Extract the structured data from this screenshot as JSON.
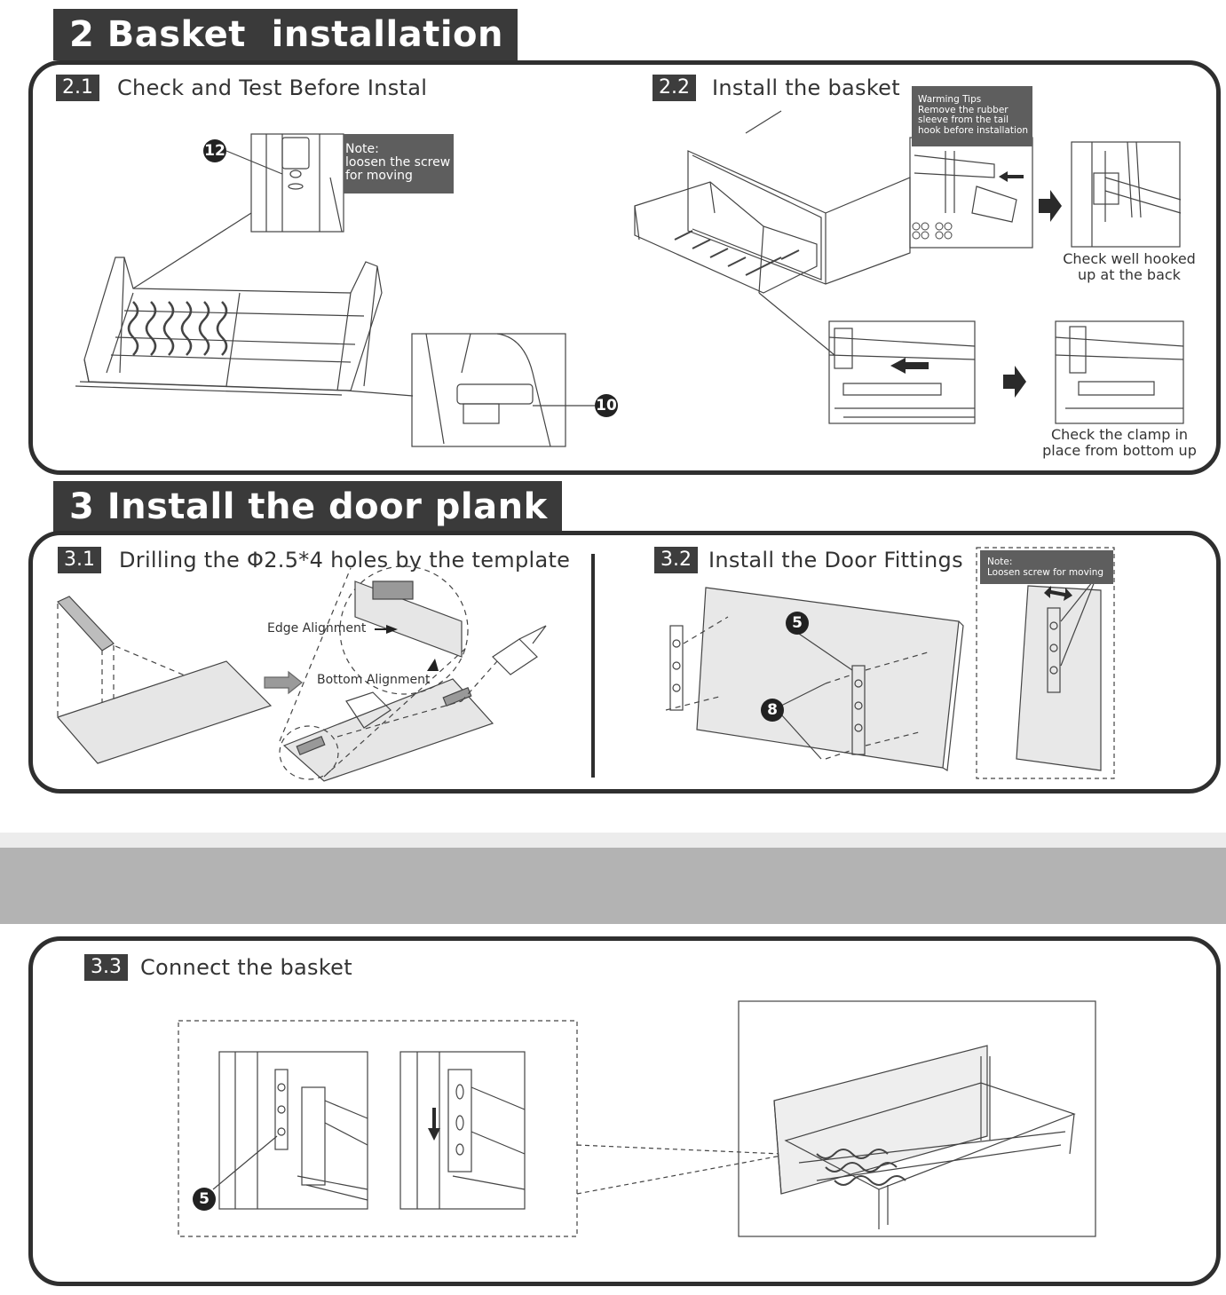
{
  "section2": {
    "title": "2 Basket  installation"
  },
  "step21": {
    "number": "2.1",
    "label": "Check and Test Before Instal"
  },
  "note21": {
    "lines": [
      "Note:",
      "loosen the screw",
      "for moving"
    ]
  },
  "callout12": "12",
  "callout10": "10",
  "step22": {
    "number": "2.2",
    "label": "Install the basket"
  },
  "warning": {
    "lines": [
      "Warming Tips",
      "Remove the rubber",
      "sleeve from the tail",
      "hook before installation"
    ]
  },
  "caption_hooked": {
    "lines": [
      "Check well hooked",
      "up at the back"
    ]
  },
  "caption_clamp": {
    "lines": [
      "Check the clamp in",
      "place from bottom up"
    ]
  },
  "section3": {
    "title": "3 Install the door plank"
  },
  "step31": {
    "number": "3.1",
    "label": "Drilling the Φ2.5*4 holes by the template"
  },
  "edge_alignment": "Edge Alignment",
  "bottom_alignment": "Bottom Alignment",
  "step32": {
    "number": "3.2",
    "label": "Install the Door Fittings"
  },
  "note32": {
    "lines": [
      "Note:",
      "Loosen screw for moving"
    ]
  },
  "callout5a": "5",
  "callout8": "8",
  "step33": {
    "number": "3.3",
    "label": "Connect the basket"
  },
  "callout5b": "5",
  "colors": {
    "dark": "#2f2f2f",
    "label_bg": "#3a3a3a",
    "note_bg": "#5e5e5e",
    "band": "#b3b3b3"
  }
}
